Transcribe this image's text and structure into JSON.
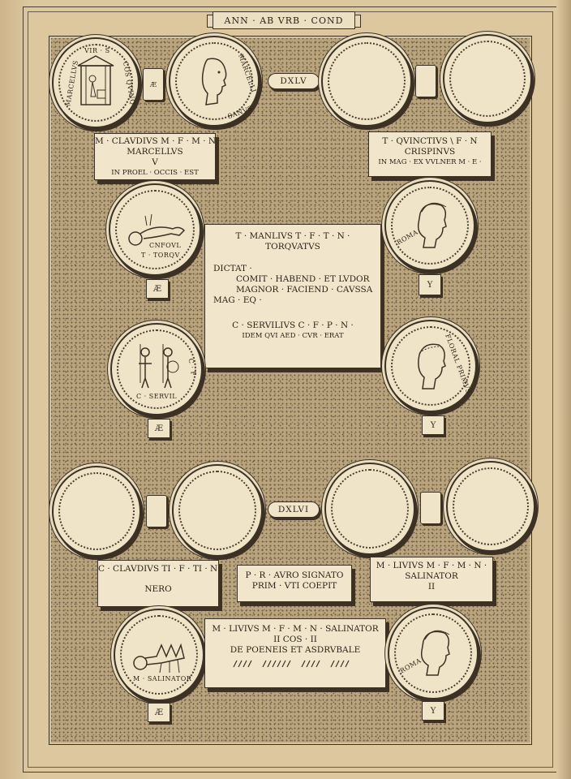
{
  "header": {
    "title": "ANN · AB VRB · COND"
  },
  "years": {
    "first": "DXLV",
    "second": "DXLVI"
  },
  "plates": {
    "claudius_marcellus": {
      "lines": [
        "M · CLAVDIVS M · F · M · N ·",
        "MARCELLVS",
        "V",
        "IN PROEL · OCCIS · EST"
      ]
    },
    "quinctius_crispinus": {
      "lines": [
        "T · QVINCTIVS \\ F · N",
        "CRISPINVS",
        "IN MAG · EX VVLNER M · E ·"
      ]
    },
    "manlius_torquatus": {
      "title": [
        "T · MANLIVS  T · F · T · N ·",
        "TORQVATVS"
      ],
      "body": [
        "DICTAT ·",
        "COMIT · HABEND · ET LVDOR",
        "MAGNOR · FACIEND · CAVSSA",
        "MAG · EQ ·"
      ],
      "servilius": [
        "C · SERVILIVS  C · F · P · N ·",
        "IDEM QVI AED · CVR · ERAT"
      ]
    },
    "claudius_nero": {
      "lines": [
        "C · CLAVDIVS TI · F · TI · N ·",
        "NERO"
      ]
    },
    "auro_signato": {
      "lines": [
        "P · R · AVRO SIGNATO",
        "PRIM · VTI COEPIT"
      ]
    },
    "livius_salinator_top": {
      "lines": [
        "M · LIVIVS  M · F · M · N ·",
        "SALINATOR",
        "II"
      ]
    },
    "livius_salinator_bottom": {
      "lines": [
        "M · LIVIVS  M · F · M · N · SALINATOR",
        "II  COS · II",
        "DE  POENEIS  ET  ASDRVBALE"
      ]
    }
  },
  "coin_legends": {
    "marcellus_reverse": "MARCELLVS",
    "marcellus_reverse_right": "COS QVINQ",
    "marcellus_reverse_top": "VIR · S",
    "marcellus_obverse": "MARCELLI",
    "marcellus_obverse_low": "SANVS",
    "torquatus_quadriga": "CNFOVL",
    "torquatus_name": "T · TORQV",
    "roma_1": "ROMA",
    "servilius_warriors": "C · SERVIL",
    "servilius_mark": "C · F",
    "servilius_head": "FLORAL PRIMVS",
    "salinator_quadriga": "M · SALINATOR",
    "roma_2": "ROMA"
  },
  "tabs": {
    "ar": "Æ",
    "y": "Y"
  }
}
